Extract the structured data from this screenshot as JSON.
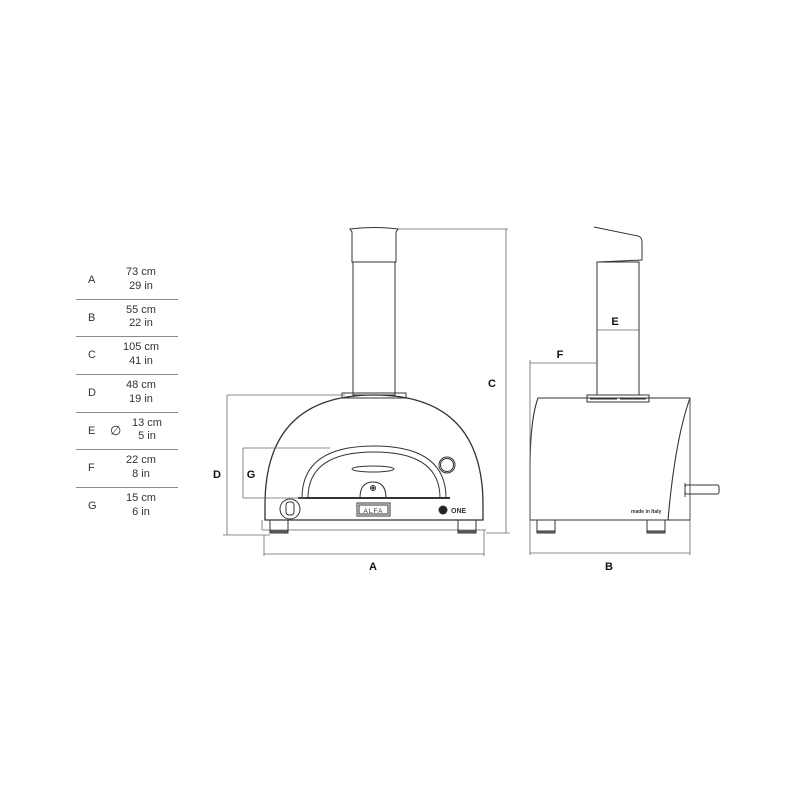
{
  "dimensions_table": {
    "rows": [
      {
        "letter": "A",
        "symbol": "",
        "cm": "73 cm",
        "in": "29 in"
      },
      {
        "letter": "B",
        "symbol": "",
        "cm": "55 cm",
        "in": "22 in"
      },
      {
        "letter": "C",
        "symbol": "",
        "cm": "105 cm",
        "in": "41 in"
      },
      {
        "letter": "D",
        "symbol": "",
        "cm": "48 cm",
        "in": "19 in"
      },
      {
        "letter": "E",
        "symbol": "∅",
        "cm": "13 cm",
        "in": "5 in"
      },
      {
        "letter": "F",
        "symbol": "",
        "cm": "22 cm",
        "in": "8 in"
      },
      {
        "letter": "G",
        "symbol": "",
        "cm": "15 cm",
        "in": "6 in"
      }
    ]
  },
  "front_view": {
    "dimension_labels": {
      "A": "A",
      "C": "C",
      "D": "D",
      "G": "G"
    },
    "brand_plate": "ALFA",
    "model_label": "ONE"
  },
  "side_view": {
    "dimension_labels": {
      "B": "B",
      "E": "E",
      "F": "F"
    },
    "origin_text": "made in Italy"
  },
  "colors": {
    "line": "#333333",
    "dim_line": "#555555",
    "divider": "#8a8a8a"
  }
}
